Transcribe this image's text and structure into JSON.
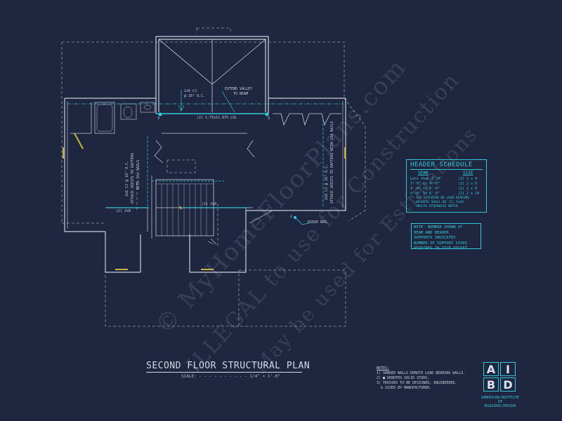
{
  "plan": {
    "title": "SECOND FLOOR STRUCTURAL PLAN",
    "scale_label": "SCALE:",
    "scale_value": "1/4\" = 1'-0\""
  },
  "callouts": {
    "cj_top": "2x6 CJ",
    "cj_top2": "@ 16\" O.C.",
    "valley": "EXTEND VALLEY",
    "valley2": "TO BEAM",
    "lvl": "(2) 1.75x11.875 LVL",
    "left_joists": "2x6 CJ @ 16\" O.C.",
    "left_attach": "ATTACH JOISTS TO RAFTERS",
    "left_attach2": "WITH 16d NAILS",
    "right_joists": "2x8 CJ @ 16\" O.C.",
    "right_attach": "ATTACH JOISTS TO RAFTERS WITH 16d NAILS",
    "hdr_left": "(2) 2x8",
    "hdr_mid": "(2) 2x8",
    "ridge": "RIDGE BRG.",
    "post_left": "3",
    "post_right": "3",
    "post_ridge": "2"
  },
  "header_schedule": {
    "title": "HEADER SCHEDULE",
    "col_span": "SPAN",
    "col_size": "SIZE",
    "rows": [
      {
        "span": "Less than 3'-0\"",
        "size": "(2) 2 x 4"
      },
      {
        "span": "3'-0\" to 4'-0\"",
        "size": "(2) 2 x 6"
      },
      {
        "span": "4'-0\" to 5'-0\"",
        "size": "(2) 2 x 8"
      },
      {
        "span": "5'-0\" to 6'-0\"",
        "size": "(2) 2 x 10"
      }
    ],
    "footnote1": "** ALL EXTERIOR OR LOAD BEARING",
    "footnote2": "HEADERS SHALL BE (2) 2x10",
    "footnote3": "UNLESS OTHERWISE NOTED"
  },
  "note_box": {
    "line1": "NOTE: NUMBER SHOWN AT",
    "line2": "BEAM AND HEADER",
    "line3": "SUPPORTS INDICATES",
    "line4": "NUMBER OF SUPPORT STUDS",
    "line5": "REQUIRED IN STUD POCKET."
  },
  "notes": {
    "heading": "NOTES:",
    "n1": "1) SHADED WALLS DENOTE LOAD BEARING WALLS.",
    "n2": "2) ■ DENOTES SOLID STUDS.",
    "n3": "3) TRUSSES TO BE DESIGNED, ENGINEERED,",
    "n4": "& SIZED BY MANUFACTURER."
  },
  "logo": {
    "a": "A",
    "i": "I",
    "b": "B",
    "d": "D",
    "line1": "AMERICAN INSTITUTE",
    "line2": "OF",
    "line3": "BUILDING DESIGN"
  },
  "watermark": {
    "line1": "© MyHomeFloorPlans.com",
    "line2": "ILLEGAL to use for Construction",
    "line3": "May be used for Estimations"
  },
  "colors": {
    "background": "#1f2640",
    "lines": "#c8cfdd",
    "accent": "#2fc9da",
    "bearing_walls": "#c9b23a"
  }
}
